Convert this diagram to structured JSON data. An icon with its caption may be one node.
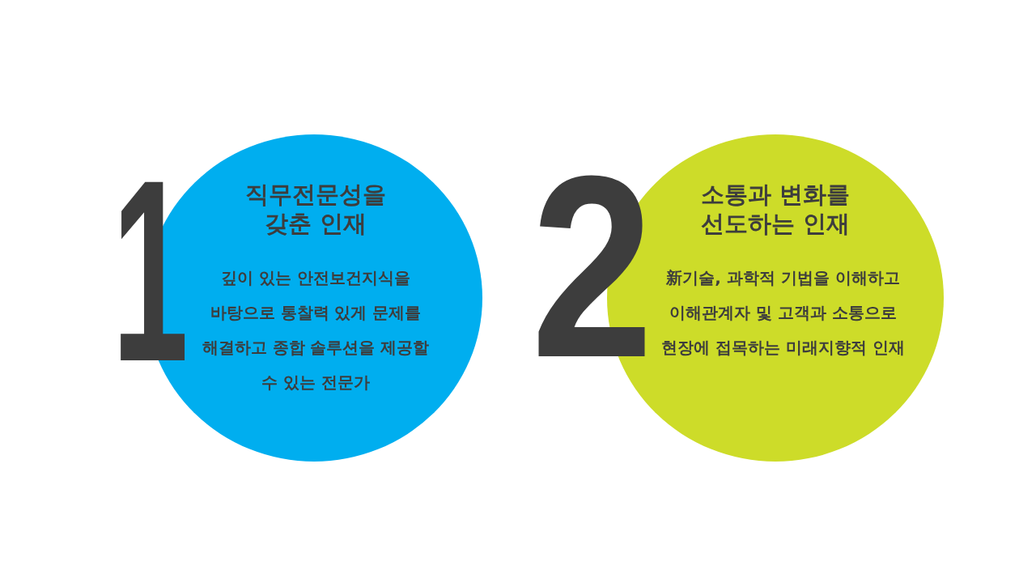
{
  "diagram": {
    "nodes": [
      {
        "text": [
          "1",
          "직무전문성을 갖춘 인재",
          "깊이 있는 안전보건지식을 바탕으로 통찰력 있게 문제를 해결하고 종합 솔루션을 제공할 수 있는 전문가"
        ]
      },
      {
        "text": [
          "2",
          "소통과 변화를 선도하는 인재",
          "新기술, 과학적 기법을 이해하고 이해관계자 및 고객과 소통으로 현장에 접목하는 미래지향적 인재"
        ]
      }
    ],
    "edges": []
  }
}
